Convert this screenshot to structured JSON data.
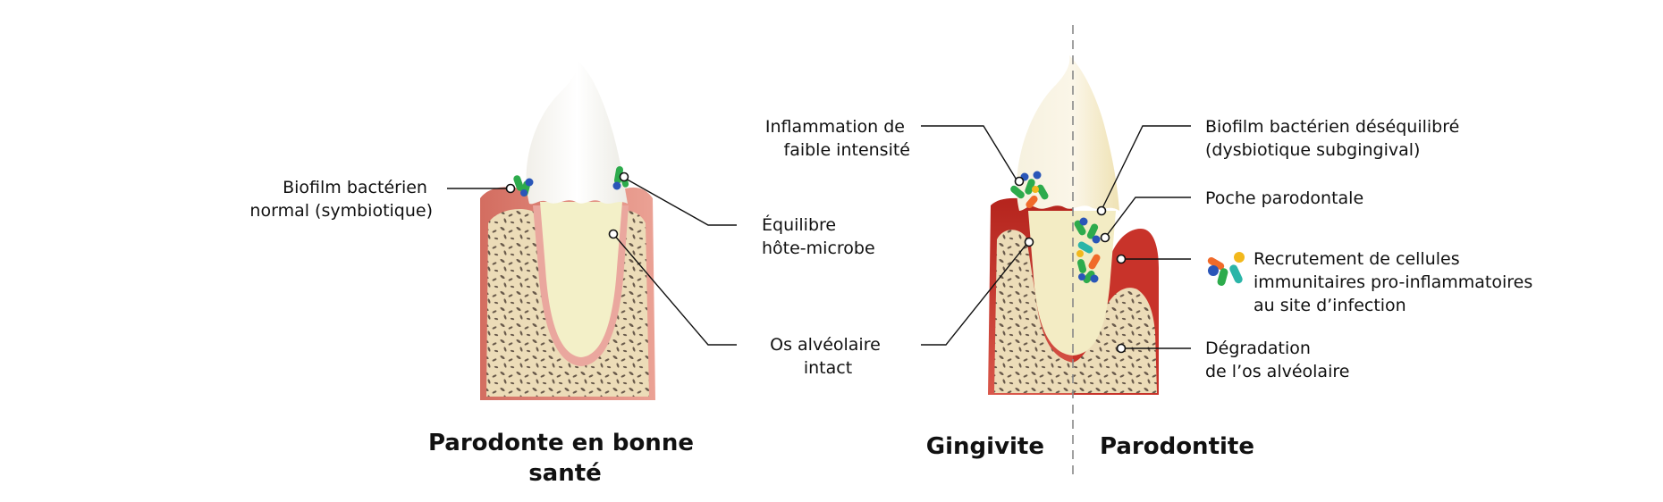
{
  "labels": {
    "healthy_biofilm": [
      "Biofilm bactérien",
      "normal (symbiotique)"
    ],
    "host_microbe": [
      "Équilibre",
      "hôte-microbe"
    ],
    "bone_intact": [
      "Os alvéolaire",
      "intact"
    ],
    "low_inflammation": [
      "Inflammation de",
      "faible intensité"
    ],
    "dysbiotic_biofilm": [
      "Biofilm bactérien déséquilibré",
      "(dysbiotique subgingival)"
    ],
    "pocket": [
      "Poche parodontale"
    ],
    "immune_recruitment": [
      "Recrutement de cellules",
      "immunitaires pro-inflammatoires",
      "au site d’infection"
    ],
    "bone_degradation": [
      "Dégradation",
      "de l’os alvéolaire"
    ]
  },
  "titles": {
    "healthy": [
      "Parodonte en bonne",
      "santé"
    ],
    "gingivitis": "Gingivite",
    "periodontitis": "Parodontite"
  },
  "colors": {
    "gum": "#e2897c",
    "gum_inflamed": "#c8332a",
    "bone": "#ecdcb8",
    "root": "#f3f0c8",
    "crown": "#ffffff",
    "bacteria_green": "#2dab4c",
    "bacteria_blue": "#2a56b8",
    "bacteria_orange": "#f06a2a",
    "bacteria_yellow": "#f2b81c",
    "bacteria_teal": "#2bb5a8"
  }
}
